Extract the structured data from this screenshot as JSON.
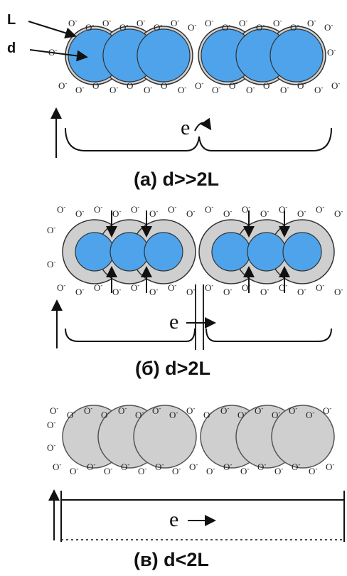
{
  "pointer_labels": {
    "shell": "L",
    "core": "d"
  },
  "oxygen_ion": {
    "symbol": "O",
    "charge": "-"
  },
  "electron_label": "e",
  "captions": {
    "a": "(a) d>>2L",
    "b": "(б) d>2L",
    "c": "(в) d<2L"
  },
  "colors": {
    "core": "#4fa3ea",
    "shell": "#cfcfcf",
    "outline": "#333333"
  }
}
